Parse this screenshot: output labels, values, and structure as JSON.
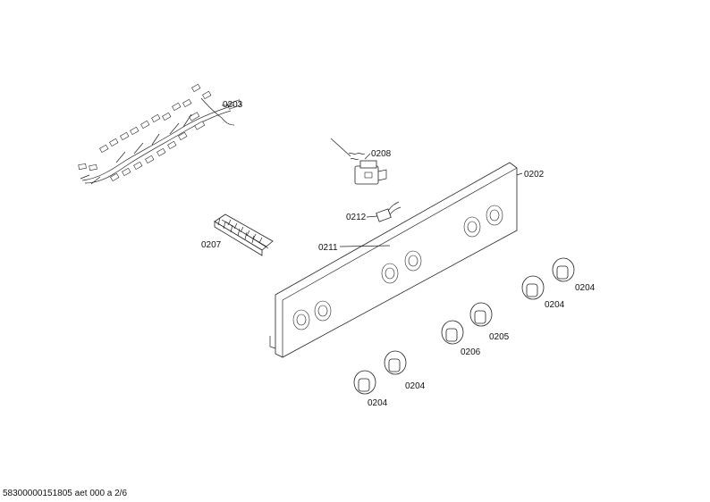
{
  "labels": {
    "p0203": "0203",
    "p0208": "0208",
    "p0202": "0202",
    "p0212": "0212",
    "p0207": "0207",
    "p0211": "0211",
    "p0204_a": "0204",
    "p0204_b": "0204",
    "p0205": "0205",
    "p0206": "0206",
    "p0204_c": "0204",
    "p0204_d": "0204"
  },
  "footer": "58300000151805 aet 000 a 2/6"
}
